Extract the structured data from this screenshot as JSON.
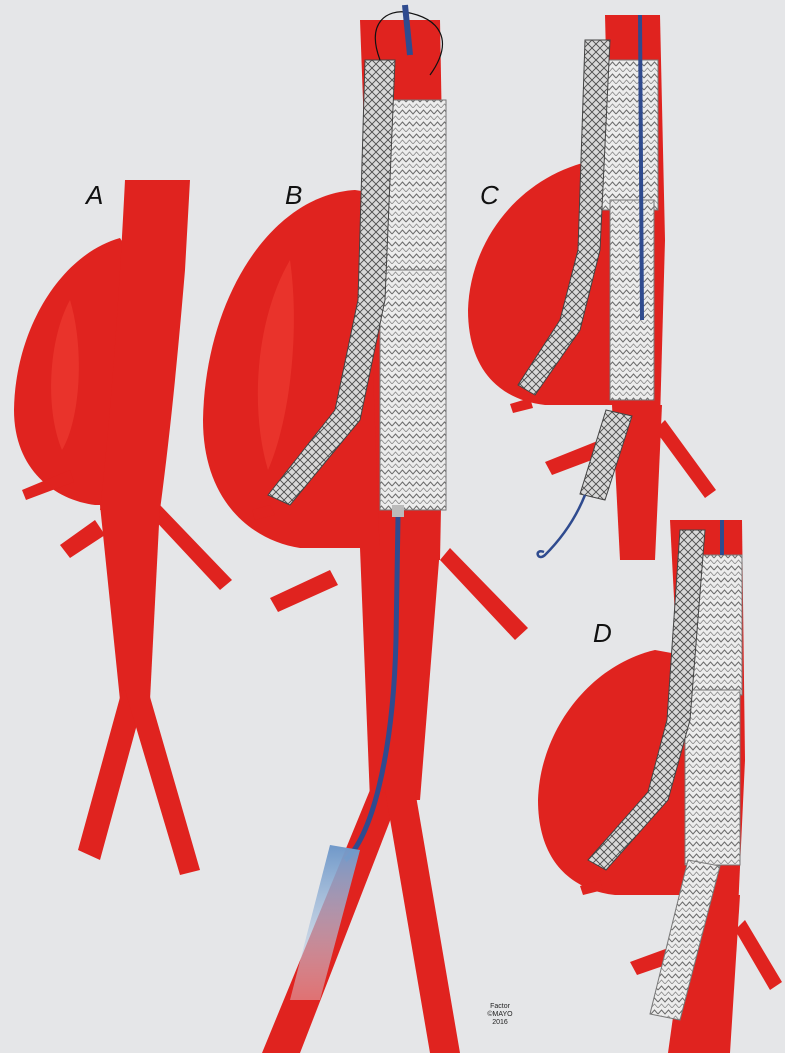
{
  "panels": {
    "a": {
      "label": "A"
    },
    "b": {
      "label": "B"
    },
    "c": {
      "label": "C"
    },
    "d": {
      "label": "D"
    }
  },
  "credit": {
    "line1": "Factor",
    "line2": "©MAYO",
    "line3": "2016"
  },
  "colors": {
    "background": "#e5e6e8",
    "vessel": "#e0231f",
    "vessel_dark": "#c51a17",
    "vessel_light": "#f04a3f",
    "stent_fabric": "#e8e8e8",
    "stent_wire": "#555555",
    "guidewire": "#2f4b8f",
    "sheath": "#7fa5cf"
  },
  "icons": {
    "aneurysm": "aortic-aneurysm-illustration",
    "stent_graft": "stent-graft-illustration",
    "guidewire": "guidewire-illustration"
  }
}
